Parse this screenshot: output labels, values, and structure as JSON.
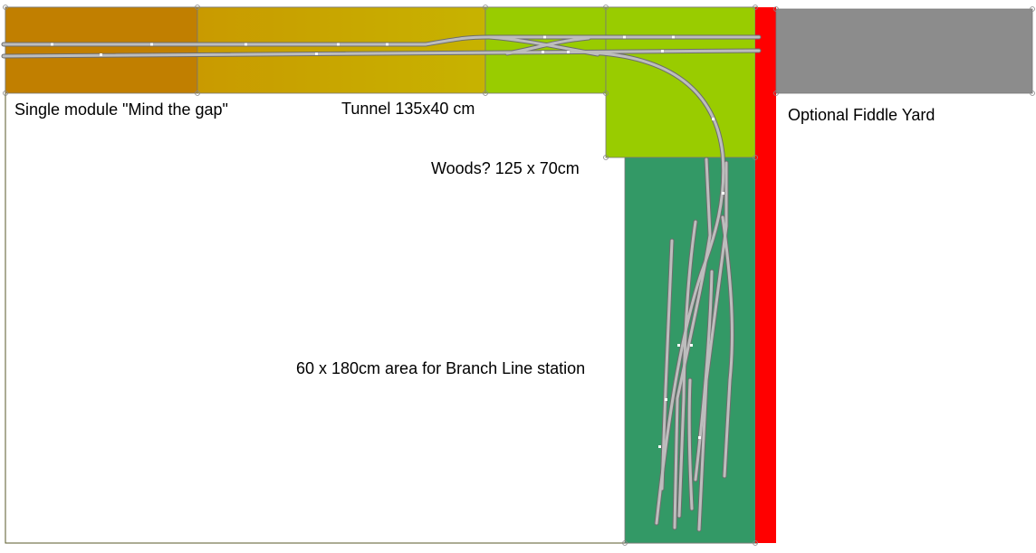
{
  "labels": {
    "single_module": "Single module \"Mind the gap\"",
    "tunnel": "Tunnel 135x40 cm",
    "woods": "Woods? 125 x 70cm",
    "fiddle_yard": "Optional Fiddle Yard",
    "branch_area": "60 x 180cm area for Branch Line station"
  },
  "colors": {
    "single_module": "#c17f00",
    "tunnel_start": "#c99a00",
    "tunnel_end": "#c7b300",
    "woods": "#99cc00",
    "branch_station": "#339966",
    "divider": "#ff0000",
    "fiddle_yard": "#8c8c8c",
    "track": "#bdbdbd"
  }
}
